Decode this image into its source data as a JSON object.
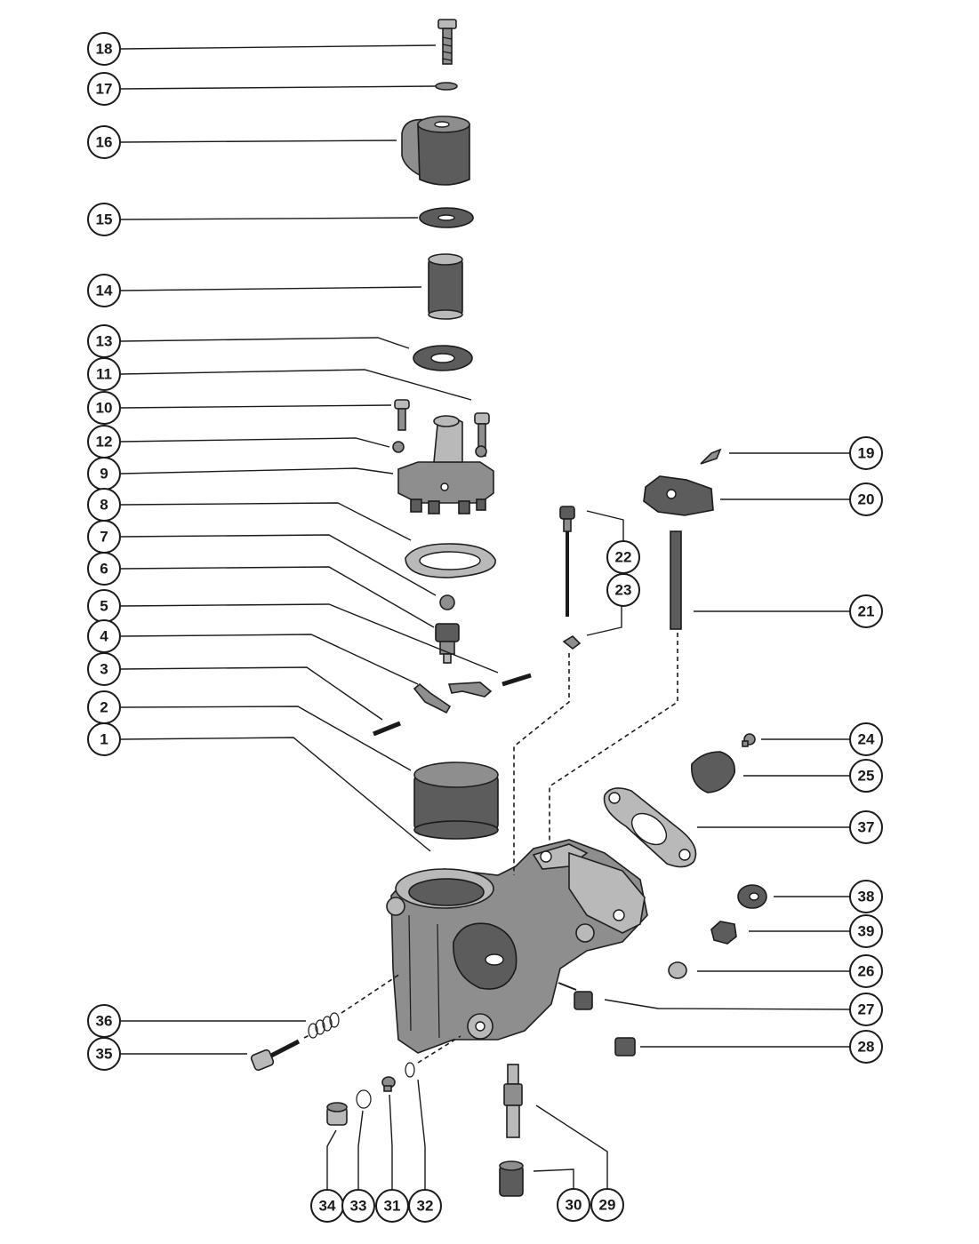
{
  "callouts": [
    {
      "num": "1"
    },
    {
      "num": "2"
    },
    {
      "num": "3"
    },
    {
      "num": "4"
    },
    {
      "num": "5"
    },
    {
      "num": "6"
    },
    {
      "num": "7"
    },
    {
      "num": "8"
    },
    {
      "num": "9"
    },
    {
      "num": "10"
    },
    {
      "num": "11"
    },
    {
      "num": "12"
    },
    {
      "num": "13"
    },
    {
      "num": "14"
    },
    {
      "num": "15"
    },
    {
      "num": "16"
    },
    {
      "num": "17"
    },
    {
      "num": "18"
    },
    {
      "num": "19"
    },
    {
      "num": "20"
    },
    {
      "num": "21"
    },
    {
      "num": "22"
    },
    {
      "num": "23"
    },
    {
      "num": "24"
    },
    {
      "num": "25"
    },
    {
      "num": "26"
    },
    {
      "num": "27"
    },
    {
      "num": "28"
    },
    {
      "num": "29"
    },
    {
      "num": "30"
    },
    {
      "num": "31"
    },
    {
      "num": "32"
    },
    {
      "num": "33"
    },
    {
      "num": "34"
    },
    {
      "num": "35"
    },
    {
      "num": "36"
    },
    {
      "num": "37"
    },
    {
      "num": "38"
    },
    {
      "num": "39"
    }
  ]
}
